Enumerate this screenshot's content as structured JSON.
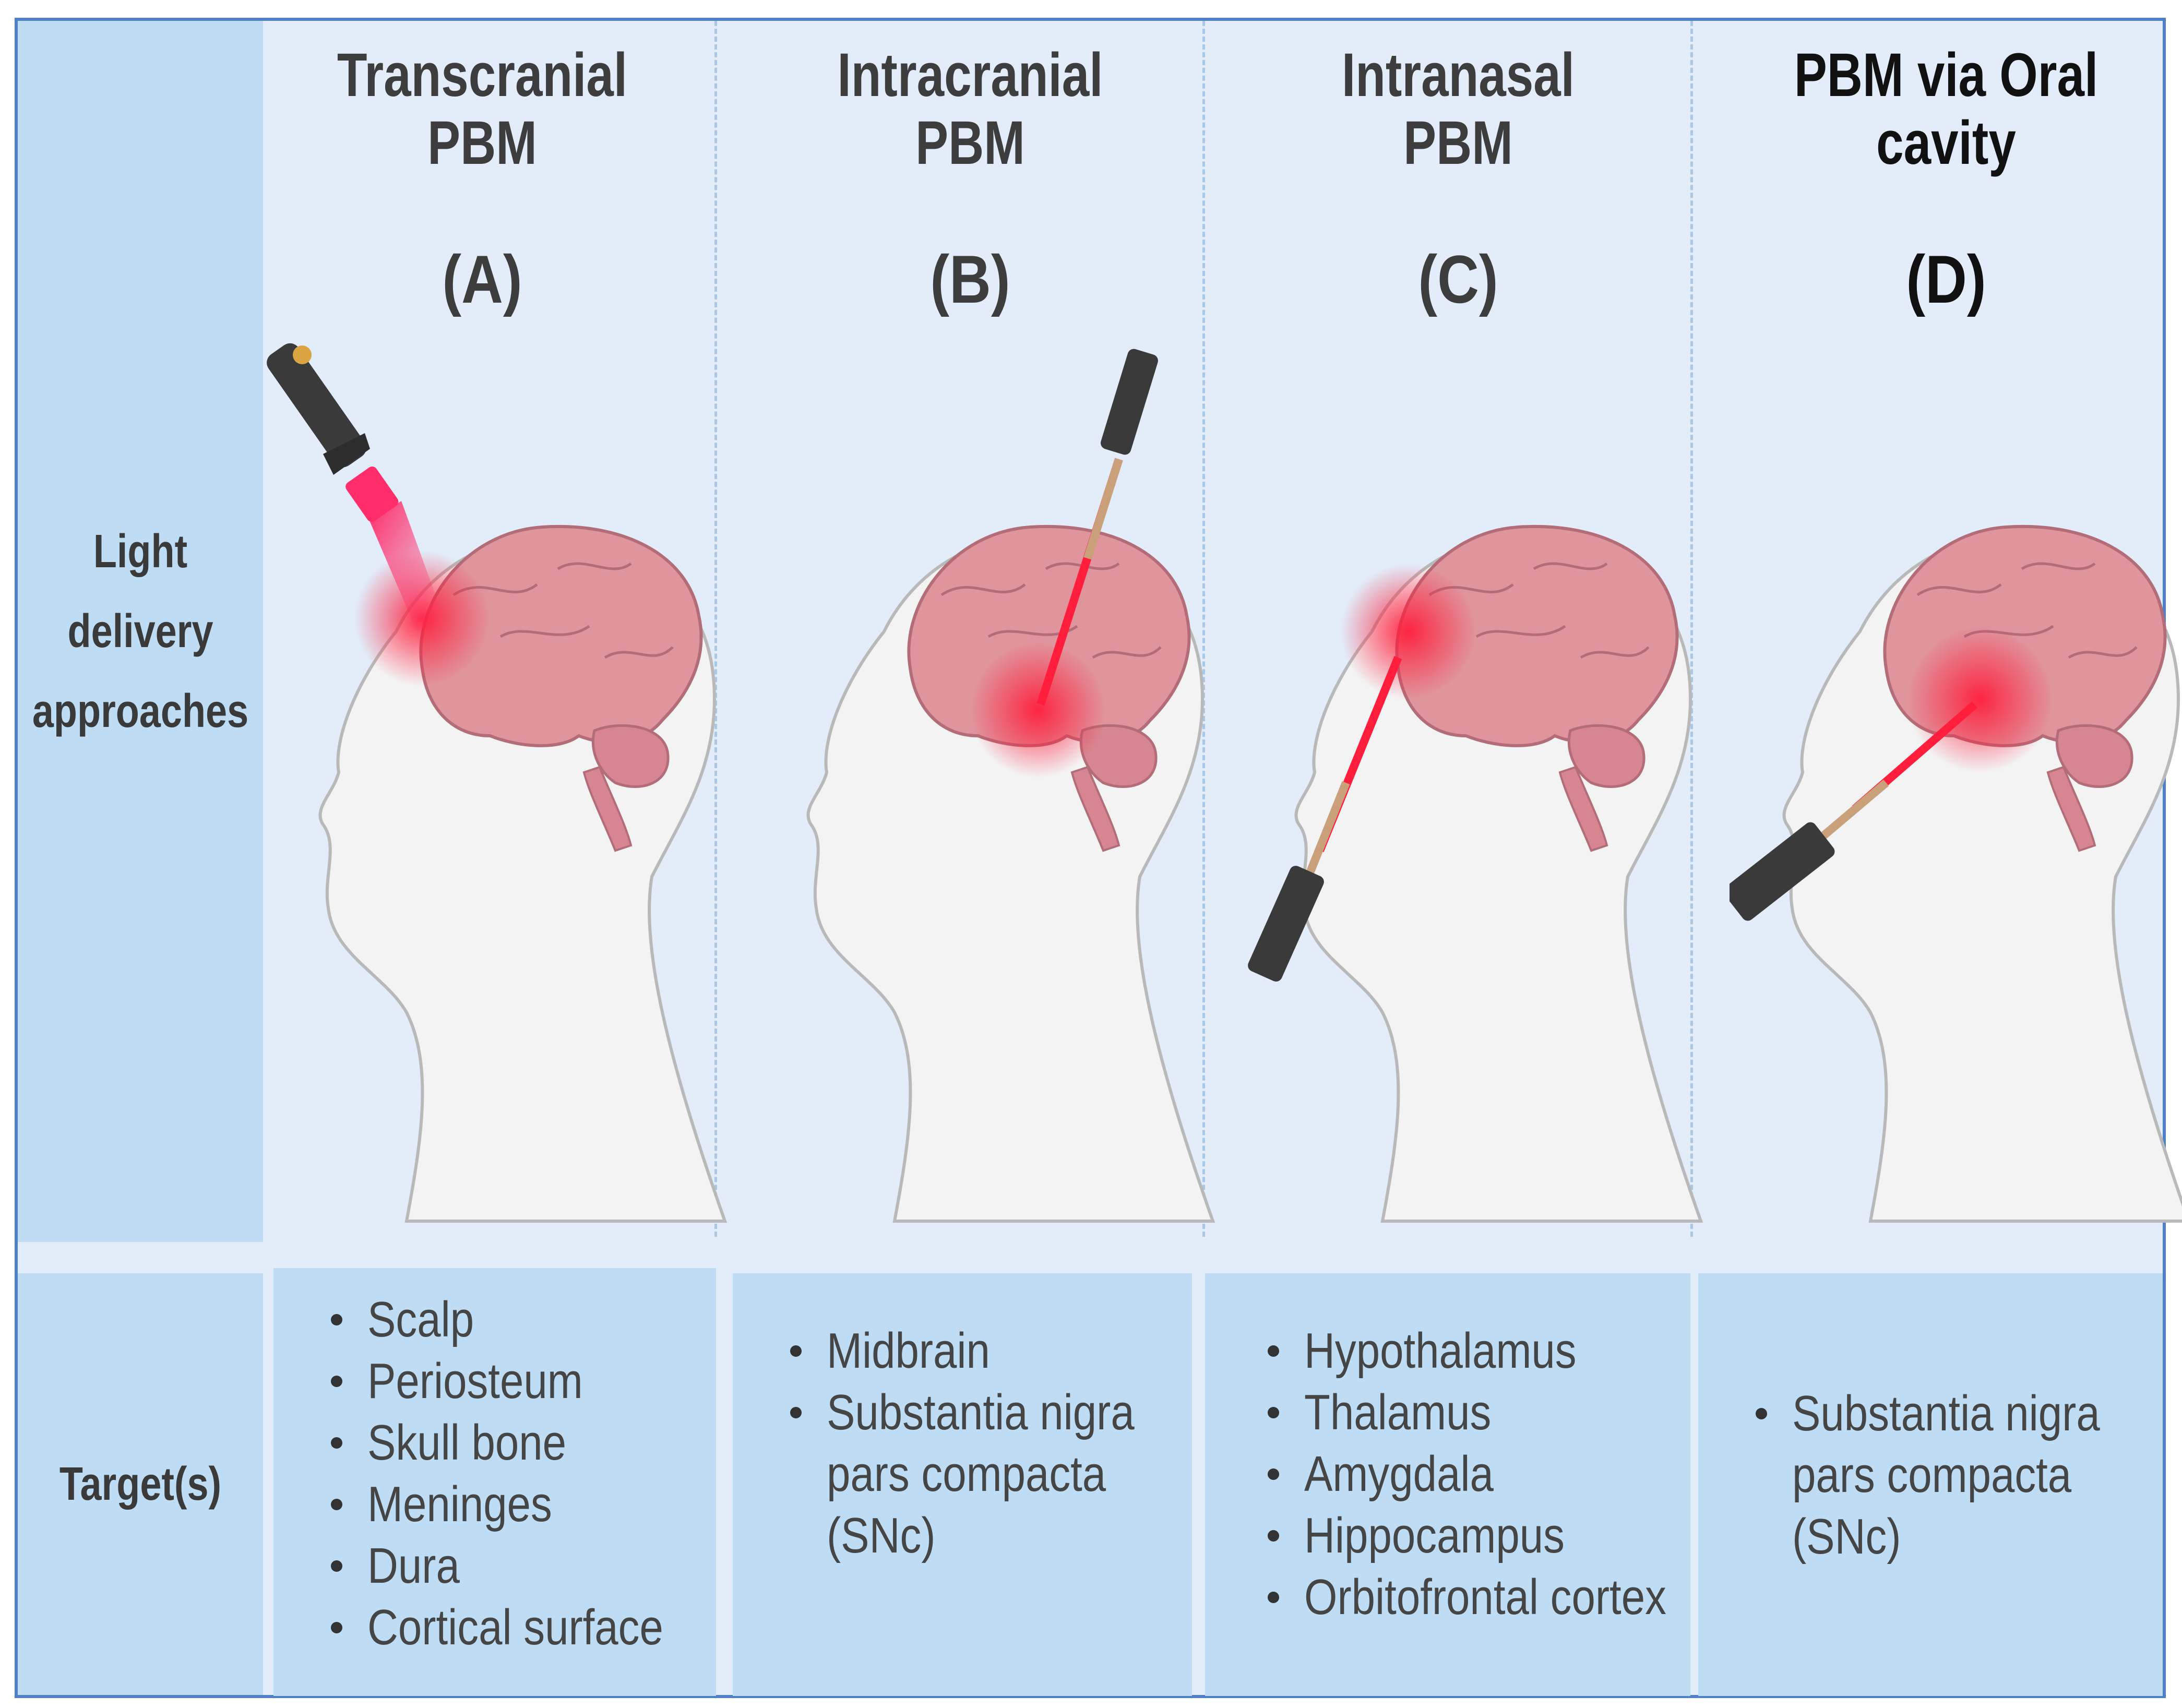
{
  "rows": {
    "approaches_label": "Light\ndelivery\napproaches",
    "targets_label": "Target(s)"
  },
  "columns": [
    {
      "title": "Transcranial\nPBM",
      "letter": "(A)",
      "targets": [
        "Scalp",
        "Periosteum",
        "Skull bone",
        "Meninges",
        "Dura",
        "Cortical surface"
      ]
    },
    {
      "title": "Intracranial\nPBM",
      "letter": "(B)",
      "targets": [
        "Midbrain",
        "Substantia nigra\npars compacta\n(SNc)"
      ]
    },
    {
      "title": "Intranasal\nPBM",
      "letter": "(C)",
      "targets": [
        "Hypothalamus",
        "Thalamus",
        "Amygdala",
        "Hippocampus",
        "Orbitofrontal cortex"
      ]
    },
    {
      "title": "PBM via Oral cavity",
      "letter": "(D)",
      "targets": [
        "Substantia nigra\npars compacta\n(SNc)"
      ]
    }
  ],
  "colors": {
    "frame": "#4f7fc4",
    "background": "#e2edf9",
    "cell": "#bedcf3",
    "brain": "#e0959d",
    "laser": "#ff1f3d",
    "device": "#3a3a3a"
  }
}
